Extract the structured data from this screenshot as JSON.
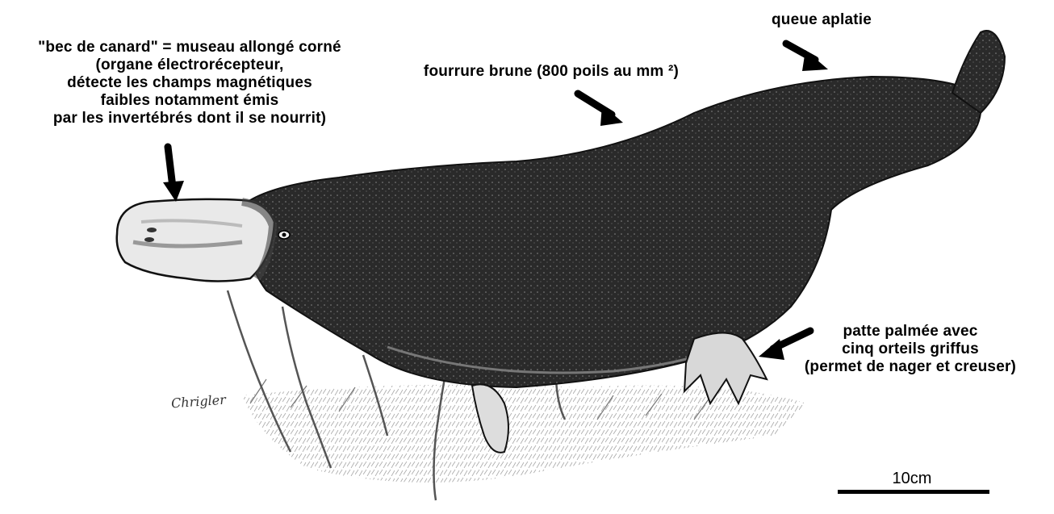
{
  "labels": {
    "snout": [
      "\"bec de canard\" = museau allongé corné",
      "(organe électrorécepteur,",
      "détecte les champs magnétiques",
      "faibles notamment émis",
      "par les invertébrés dont il se nourrit)"
    ],
    "fur": "fourrure brune (800 poils au mm ²)",
    "tail": "queue aplatie",
    "foot": [
      "patte palmée avec",
      "cinq orteils griffus",
      "(permet de nager et creuser)"
    ]
  },
  "scale": {
    "label": "10cm"
  },
  "signature": "Chrigler",
  "colors": {
    "ink": "#000000",
    "fur": "#2b2b2b",
    "paper": "#ffffff"
  }
}
